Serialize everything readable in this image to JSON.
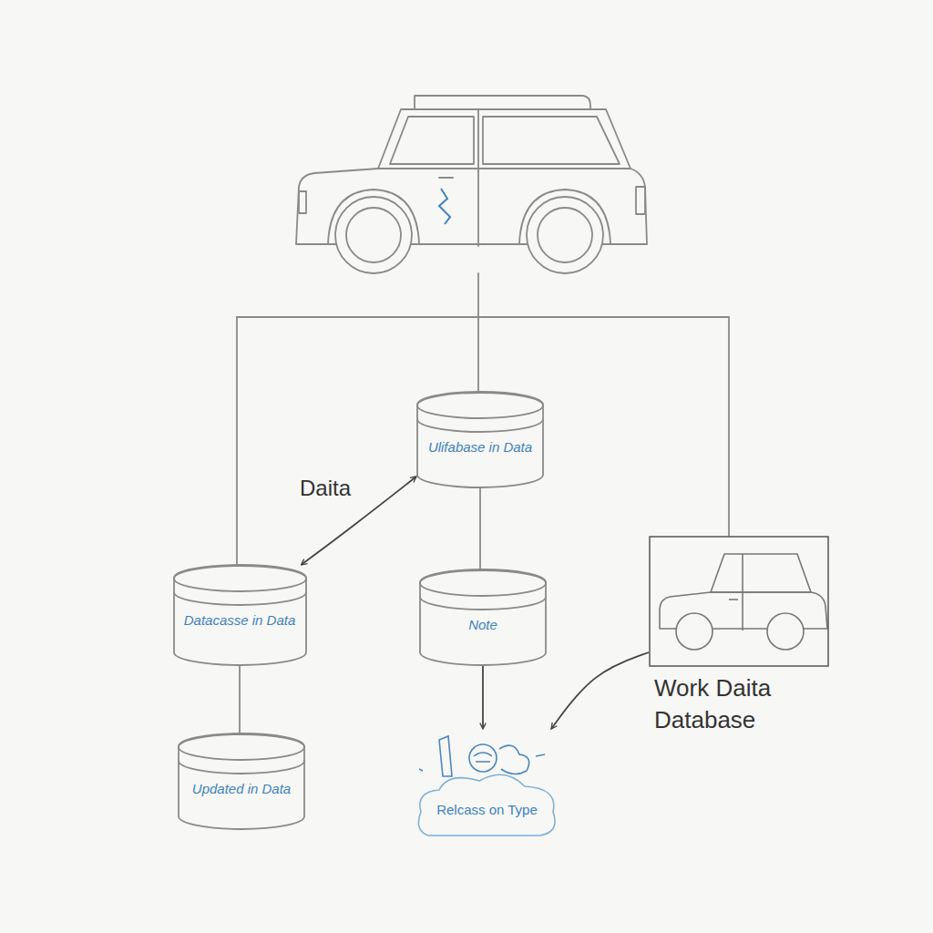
{
  "diagram": {
    "nodes": [
      {
        "text": [
          "Ulifabase in Data"
        ]
      },
      {
        "text": [
          "Datacasse in Data"
        ]
      },
      {
        "text": [
          "Note"
        ]
      },
      {
        "text": [
          "Work Daita Database"
        ]
      },
      {
        "text": [
          "Updated in Data"
        ]
      },
      {
        "text": [
          "Relcass on Type"
        ]
      }
    ],
    "edges": [
      {
        "from": 0,
        "to": 2,
        "arrow": "none"
      },
      {
        "from": 1,
        "to": 0,
        "label": "Daita",
        "arrow": "both"
      },
      {
        "from": 1,
        "to": 4,
        "arrow": "none"
      },
      {
        "from": 2,
        "to": 5,
        "arrow": "to"
      },
      {
        "from": 3,
        "to": 5,
        "arrow": "to"
      }
    ]
  }
}
